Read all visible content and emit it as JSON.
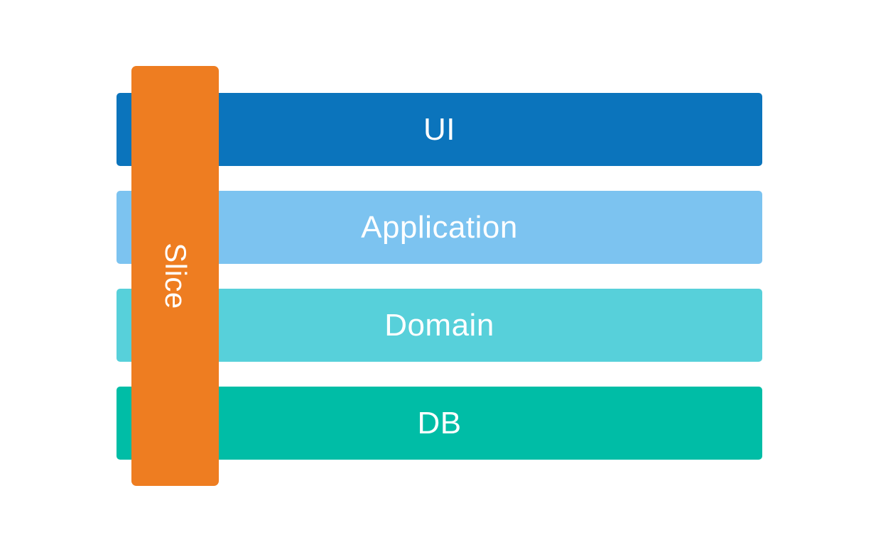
{
  "diagram": {
    "background_color": "#ffffff",
    "text_color": "#ffffff",
    "layers": [
      {
        "label": "UI",
        "color": "#0b74bc"
      },
      {
        "label": "Application",
        "color": "#7cc3f0"
      },
      {
        "label": "Domain",
        "color": "#57d0da"
      },
      {
        "label": "DB",
        "color": "#00bda6"
      }
    ],
    "slice": {
      "label": "Slice",
      "color": "#ee7d21"
    }
  }
}
